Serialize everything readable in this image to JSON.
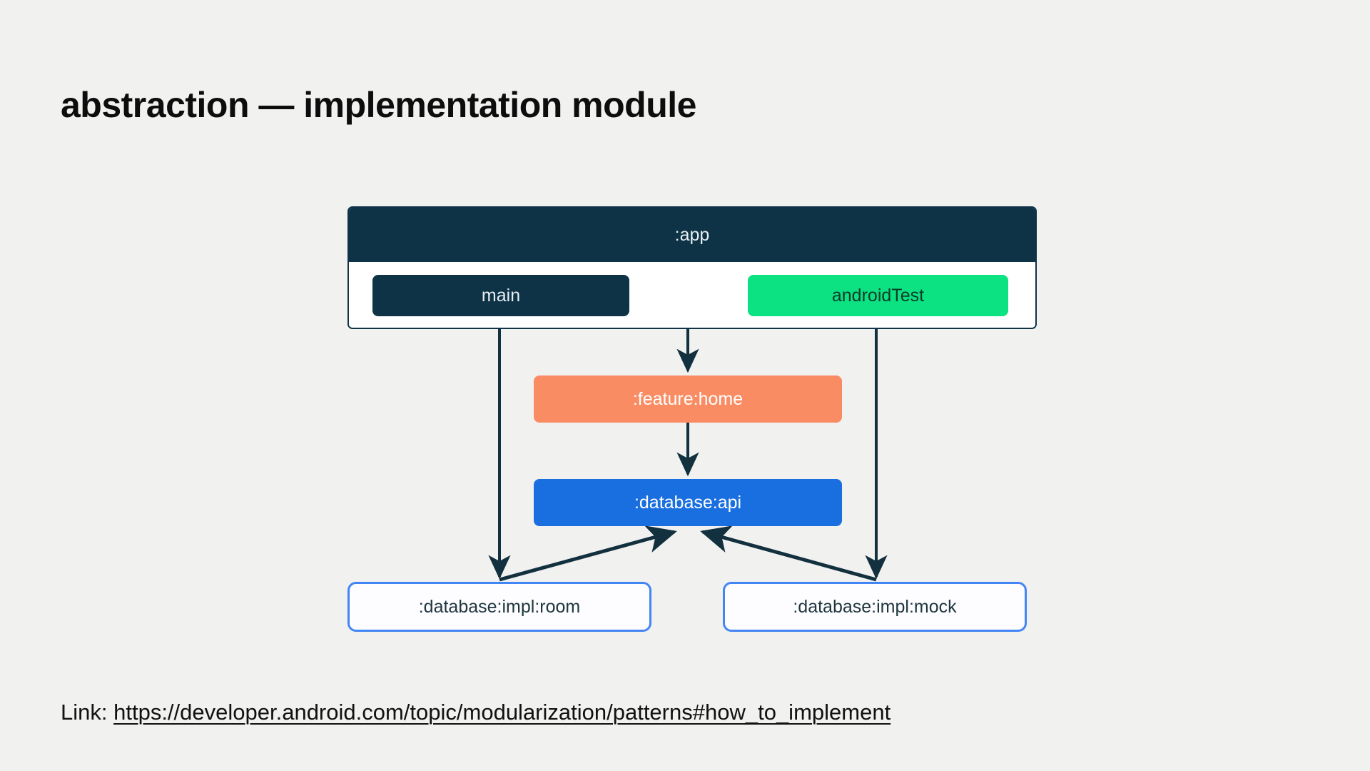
{
  "slide": {
    "title": "abstraction — implementation module",
    "background_color": "#f1f1f0"
  },
  "colors": {
    "dark_navy": "#0e3346",
    "green": "#0ce282",
    "orange": "#fa8c64",
    "blue": "#1a6fe0",
    "outline_blue": "#4285f4",
    "white": "#ffffff",
    "arrow": "#12303d",
    "title_text": "#0d0d0d"
  },
  "diagram": {
    "type": "dependency-graph",
    "groups": [
      {
        "id": "app",
        "label": ":app",
        "style": "filled-dark-header",
        "children": [
          {
            "id": "main",
            "label": "main",
            "style": "filled-dark"
          },
          {
            "id": "androidTest",
            "label": "androidTest",
            "style": "filled-green"
          }
        ]
      }
    ],
    "nodes": [
      {
        "id": "feature-home",
        "label": ":feature:home",
        "style": "filled-orange"
      },
      {
        "id": "database-api",
        "label": ":database:api",
        "style": "filled-blue"
      },
      {
        "id": "database-impl-room",
        "label": ":database:impl:room",
        "style": "outlined-blue"
      },
      {
        "id": "database-impl-mock",
        "label": ":database:impl:mock",
        "style": "outlined-blue"
      }
    ],
    "edges": [
      {
        "from": "main",
        "to": "database-impl-room",
        "direction": "down"
      },
      {
        "from": "app",
        "to": "feature-home",
        "direction": "down"
      },
      {
        "from": "androidTest",
        "to": "database-impl-mock",
        "direction": "down"
      },
      {
        "from": "feature-home",
        "to": "database-api",
        "direction": "down"
      },
      {
        "from": "database-impl-room",
        "to": "database-api",
        "direction": "up"
      },
      {
        "from": "database-impl-mock",
        "to": "database-api",
        "direction": "up"
      }
    ]
  },
  "footer": {
    "label": "Link:",
    "url": "https://developer.android.com/topic/modularization/patterns#how_to_implement"
  }
}
